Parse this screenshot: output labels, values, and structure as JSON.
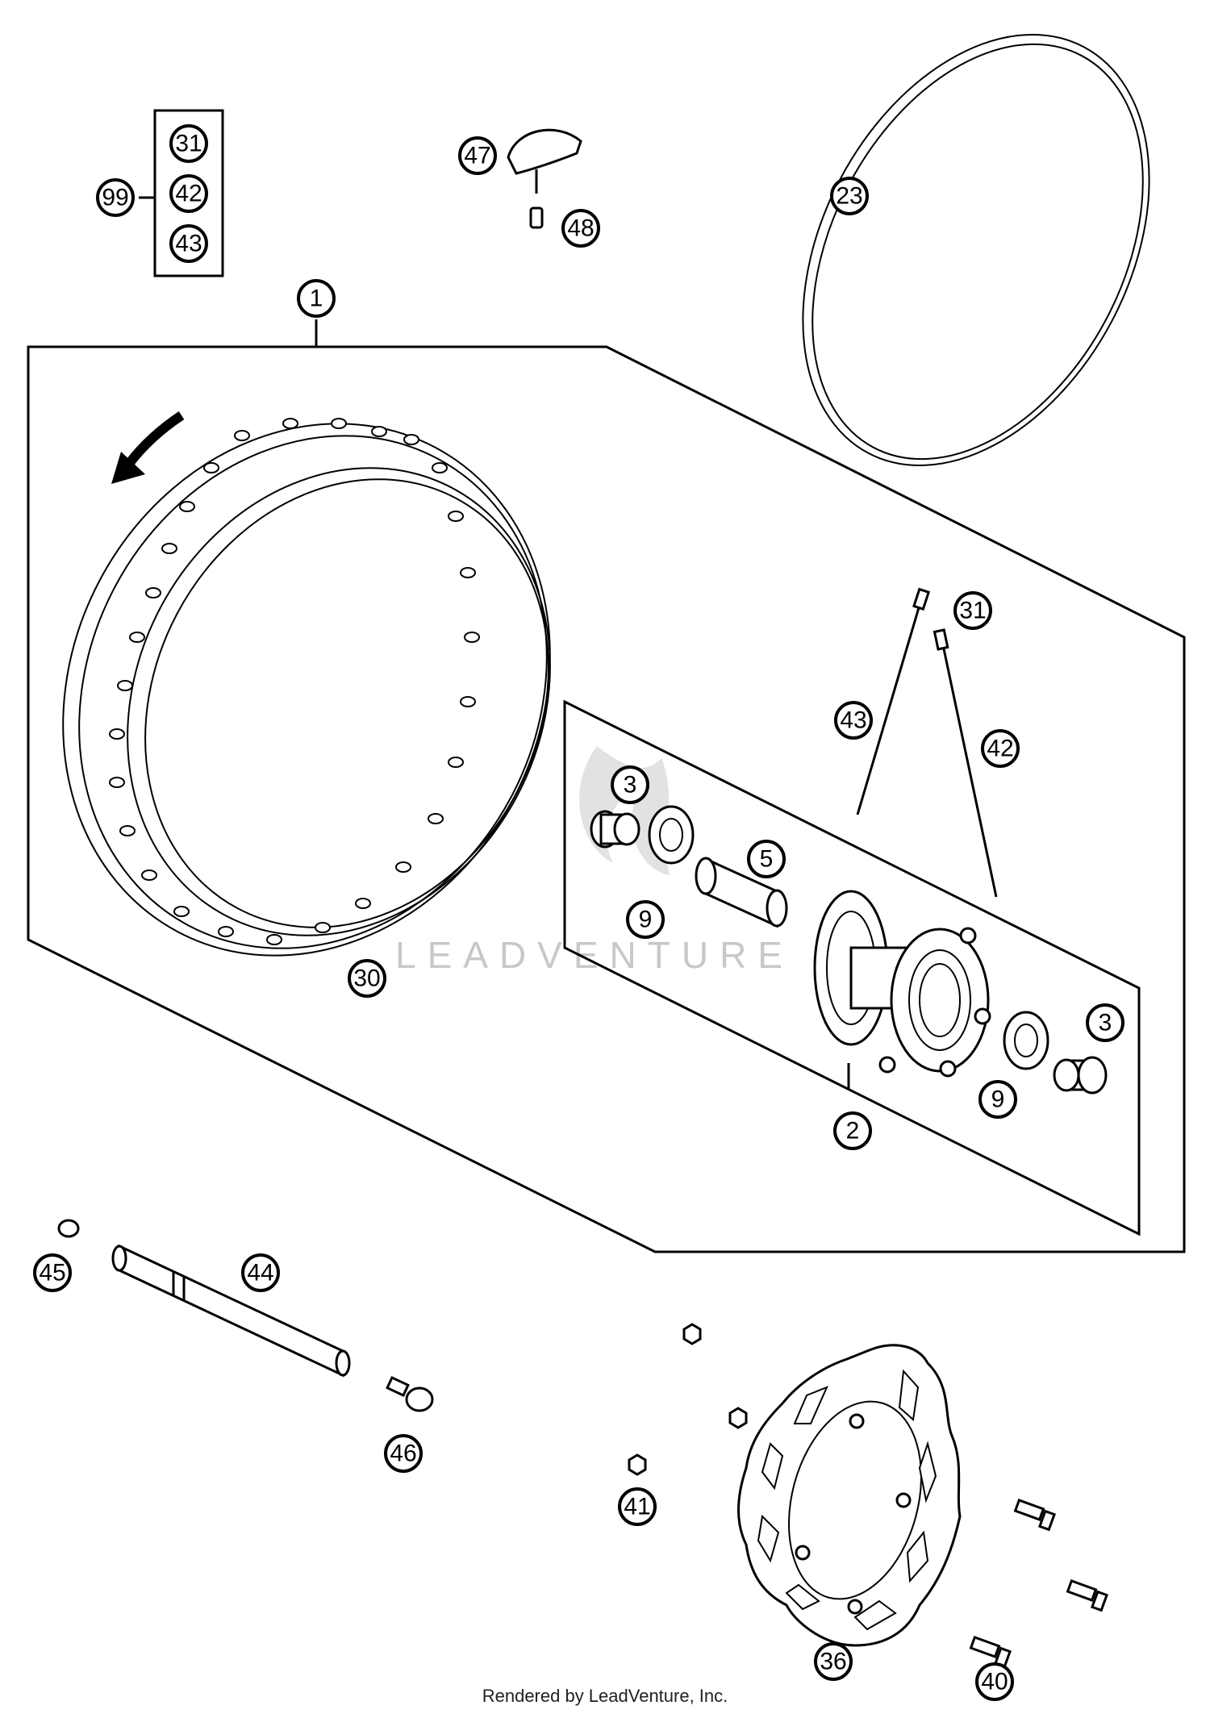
{
  "diagram": {
    "watermark": "LEADVENTURE",
    "footer": "Rendered by LeadVenture, Inc.",
    "kit_parts": [
      "31",
      "42",
      "43"
    ],
    "callouts": {
      "p99": "99",
      "p31a": "31",
      "p42a": "42",
      "p43a": "43",
      "p47": "47",
      "p48": "48",
      "p23": "23",
      "p1": "1",
      "p31b": "31",
      "p43b": "43",
      "p42b": "42",
      "p3a": "3",
      "p5": "5",
      "p9a": "9",
      "p30": "30",
      "p3b": "3",
      "p9b": "9",
      "p2": "2",
      "p45": "45",
      "p44": "44",
      "p46": "46",
      "p41": "41",
      "p36": "36",
      "p40": "40"
    }
  }
}
